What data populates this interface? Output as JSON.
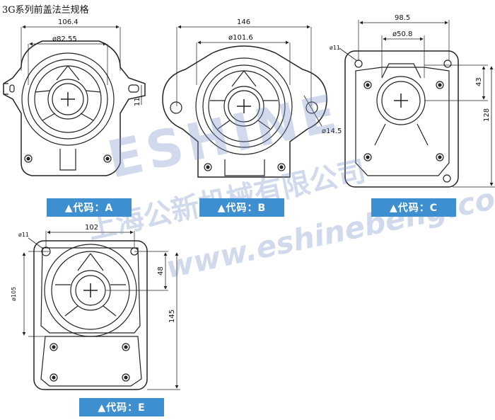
{
  "title": "3G系列前盖法兰规格",
  "watermark": {
    "brand": "ESHINE",
    "company": "上海公新机械有限公司",
    "site": "www.eshinebeng.com"
  },
  "flanges": [
    {
      "code_label": "▲代码：A",
      "dims": {
        "width": "106.4",
        "bore": "ø82.55",
        "tab": "11"
      }
    },
    {
      "code_label": "▲代码：B",
      "dims": {
        "width": "146",
        "bore": "ø101.6",
        "hole": "ø14.5"
      }
    },
    {
      "code_label": "▲代码：C",
      "dims": {
        "width": "98.5",
        "bore": "ø50.8",
        "hole": "ø11",
        "offset": "43",
        "height": "128"
      }
    },
    {
      "code_label": "▲代码：E",
      "dims": {
        "width": "102",
        "hole": "ø11",
        "offset": "48",
        "bore": "ø105",
        "height": "145"
      }
    }
  ],
  "colors": {
    "label_bg": "#3d8fcf",
    "line": "#222222"
  }
}
